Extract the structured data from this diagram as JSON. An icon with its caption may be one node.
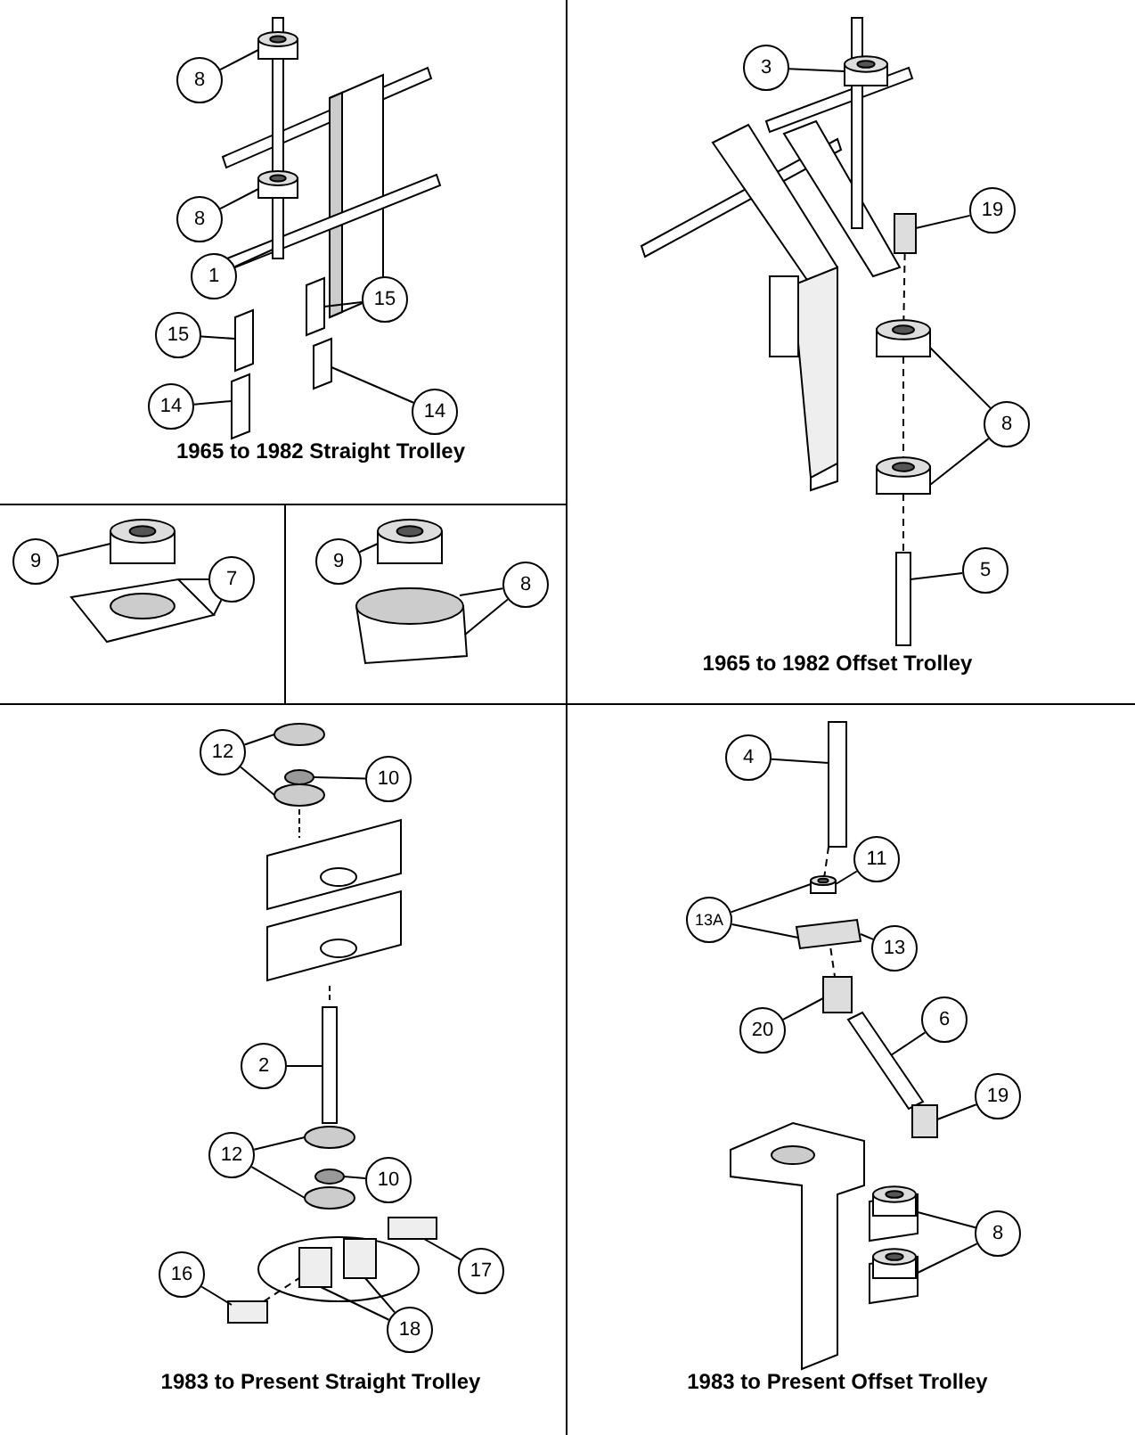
{
  "diagram": {
    "nodes": [
      {
        "text": [
          "8"
        ]
      },
      {
        "text": [
          "8"
        ]
      },
      {
        "text": [
          "1"
        ]
      },
      {
        "text": [
          "15"
        ]
      },
      {
        "text": [
          "15"
        ]
      },
      {
        "text": [
          "14"
        ]
      },
      {
        "text": [
          "14"
        ]
      },
      {
        "text": [
          "3"
        ]
      },
      {
        "text": [
          "19"
        ]
      },
      {
        "text": [
          "8"
        ]
      },
      {
        "text": [
          "5"
        ]
      },
      {
        "text": [
          "9"
        ]
      },
      {
        "text": [
          "7"
        ]
      },
      {
        "text": [
          "9"
        ]
      },
      {
        "text": [
          "8"
        ]
      },
      {
        "text": [
          "12"
        ]
      },
      {
        "text": [
          "10"
        ]
      },
      {
        "text": [
          "4"
        ]
      },
      {
        "text": [
          "11"
        ]
      },
      {
        "text": [
          "13A"
        ]
      },
      {
        "text": [
          "13"
        ]
      },
      {
        "text": [
          "20"
        ]
      },
      {
        "text": [
          "6"
        ]
      },
      {
        "text": [
          "19"
        ]
      },
      {
        "text": [
          "2"
        ]
      },
      {
        "text": [
          "12"
        ]
      },
      {
        "text": [
          "10"
        ]
      },
      {
        "text": [
          "8"
        ]
      },
      {
        "text": [
          "16"
        ]
      },
      {
        "text": [
          "17"
        ]
      },
      {
        "text": [
          "18"
        ]
      },
      {
        "text": [],
        "shape": "cylinder"
      },
      {
        "text": [],
        "shape": "cylinder"
      },
      {
        "text": [],
        "shape": "box"
      },
      {
        "text": [],
        "shape": "box"
      },
      {
        "text": [],
        "shape": "box"
      },
      {
        "text": [],
        "shape": "box"
      },
      {
        "text": [],
        "shape": "box"
      },
      {
        "text": [],
        "shape": "cylinder"
      },
      {
        "text": [],
        "shape": "box"
      },
      {
        "text": [],
        "shape": "cylinder"
      },
      {
        "text": [],
        "shape": "cylinder"
      },
      {
        "text": [],
        "shape": "box"
      },
      {
        "text": [],
        "shape": "cylinder"
      },
      {
        "text": [],
        "shape": "box"
      },
      {
        "text": [],
        "shape": "cylinder"
      },
      {
        "text": [],
        "shape": "box"
      },
      {
        "text": [],
        "shape": "circle"
      },
      {
        "text": [],
        "shape": "circle"
      },
      {
        "text": [],
        "shape": "circle"
      },
      {
        "text": [],
        "shape": "box"
      },
      {
        "text": [],
        "shape": "circle"
      },
      {
        "text": [],
        "shape": "circle"
      },
      {
        "text": [],
        "shape": "circle"
      },
      {
        "text": [],
        "shape": "box"
      },
      {
        "text": [],
        "shape": "box"
      },
      {
        "text": [],
        "shape": "box"
      },
      {
        "text": [],
        "shape": "box"
      },
      {
        "text": [],
        "shape": "box"
      },
      {
        "text": [],
        "shape": "cylinder"
      },
      {
        "text": [],
        "shape": "box"
      },
      {
        "text": [],
        "shape": "box"
      },
      {
        "text": [],
        "shape": "box"
      },
      {
        "text": [],
        "shape": "box"
      },
      {
        "text": [],
        "shape": "cylinder"
      },
      {
        "text": [],
        "shape": "cylinder"
      }
    ],
    "edges": [
      {
        "from": 0,
        "to": 31,
        "arrow": "none"
      },
      {
        "from": 1,
        "to": 32,
        "arrow": "none"
      },
      {
        "from": 2,
        "to": 33,
        "arrow": "none"
      },
      {
        "from": 3,
        "to": 34,
        "arrow": "none"
      },
      {
        "from": 4,
        "to": 35,
        "arrow": "none"
      },
      {
        "from": 5,
        "to": 36,
        "arrow": "none"
      },
      {
        "from": 6,
        "to": 37,
        "arrow": "none"
      },
      {
        "from": 7,
        "to": 38,
        "arrow": "none"
      },
      {
        "from": 8,
        "to": 39,
        "arrow": "none"
      },
      {
        "from": 9,
        "to": 40,
        "arrow": "none"
      },
      {
        "from": 9,
        "to": 41,
        "arrow": "none"
      },
      {
        "from": 10,
        "to": 42,
        "arrow": "none"
      },
      {
        "from": 11,
        "to": 43,
        "arrow": "none"
      },
      {
        "from": 12,
        "to": 44,
        "arrow": "none"
      },
      {
        "from": 12,
        "to": 44,
        "arrow": "none"
      },
      {
        "from": 13,
        "to": 45,
        "arrow": "none"
      },
      {
        "from": 14,
        "to": 46,
        "arrow": "none"
      },
      {
        "from": 14,
        "to": 46,
        "arrow": "none"
      },
      {
        "from": 15,
        "to": 47,
        "arrow": "none"
      },
      {
        "from": 15,
        "to": 49,
        "arrow": "none"
      },
      {
        "from": 16,
        "to": 48,
        "arrow": "none"
      },
      {
        "from": 17,
        "to": 58,
        "arrow": "none"
      },
      {
        "from": 18,
        "to": 59,
        "arrow": "none"
      },
      {
        "from": 19,
        "to": 59,
        "arrow": "none"
      },
      {
        "from": 19,
        "to": 60,
        "arrow": "none"
      },
      {
        "from": 20,
        "to": 60,
        "arrow": "none"
      },
      {
        "from": 21,
        "to": 61,
        "arrow": "none"
      },
      {
        "from": 22,
        "to": 62,
        "arrow": "none"
      },
      {
        "from": 23,
        "to": 63,
        "arrow": "none"
      },
      {
        "from": 24,
        "to": 50,
        "arrow": "none"
      },
      {
        "from": 25,
        "to": 51,
        "arrow": "none"
      },
      {
        "from": 25,
        "to": 53,
        "arrow": "none"
      },
      {
        "from": 26,
        "to": 52,
        "arrow": "none"
      },
      {
        "from": 27,
        "to": 64,
        "arrow": "none"
      },
      {
        "from": 27,
        "to": 65,
        "arrow": "none"
      },
      {
        "from": 28,
        "to": 57,
        "arrow": "none"
      },
      {
        "from": 29,
        "to": 54,
        "arrow": "none"
      },
      {
        "from": 30,
        "to": 55,
        "arrow": "none"
      },
      {
        "from": 30,
        "to": 56,
        "arrow": "none"
      },
      {
        "from": 39,
        "to": 40,
        "arrow": "none",
        "style": "dashed"
      },
      {
        "from": 40,
        "to": 41,
        "arrow": "none",
        "style": "dashed"
      },
      {
        "from": 41,
        "to": 42,
        "arrow": "none",
        "style": "dashed"
      },
      {
        "from": 57,
        "to": 55,
        "arrow": "none",
        "style": "dashed"
      },
      {
        "from": 58,
        "to": 59,
        "arrow": "none",
        "style": "dashed"
      },
      {
        "from": 60,
        "to": 61,
        "arrow": "none",
        "style": "dashed"
      }
    ],
    "labels": [
      "1965 to 1982 Straight Trolley",
      "1965 to 1982 Offset Trolley",
      "1983 to Present Straight Trolley",
      "1983 to Present Offset Trolley"
    ]
  }
}
